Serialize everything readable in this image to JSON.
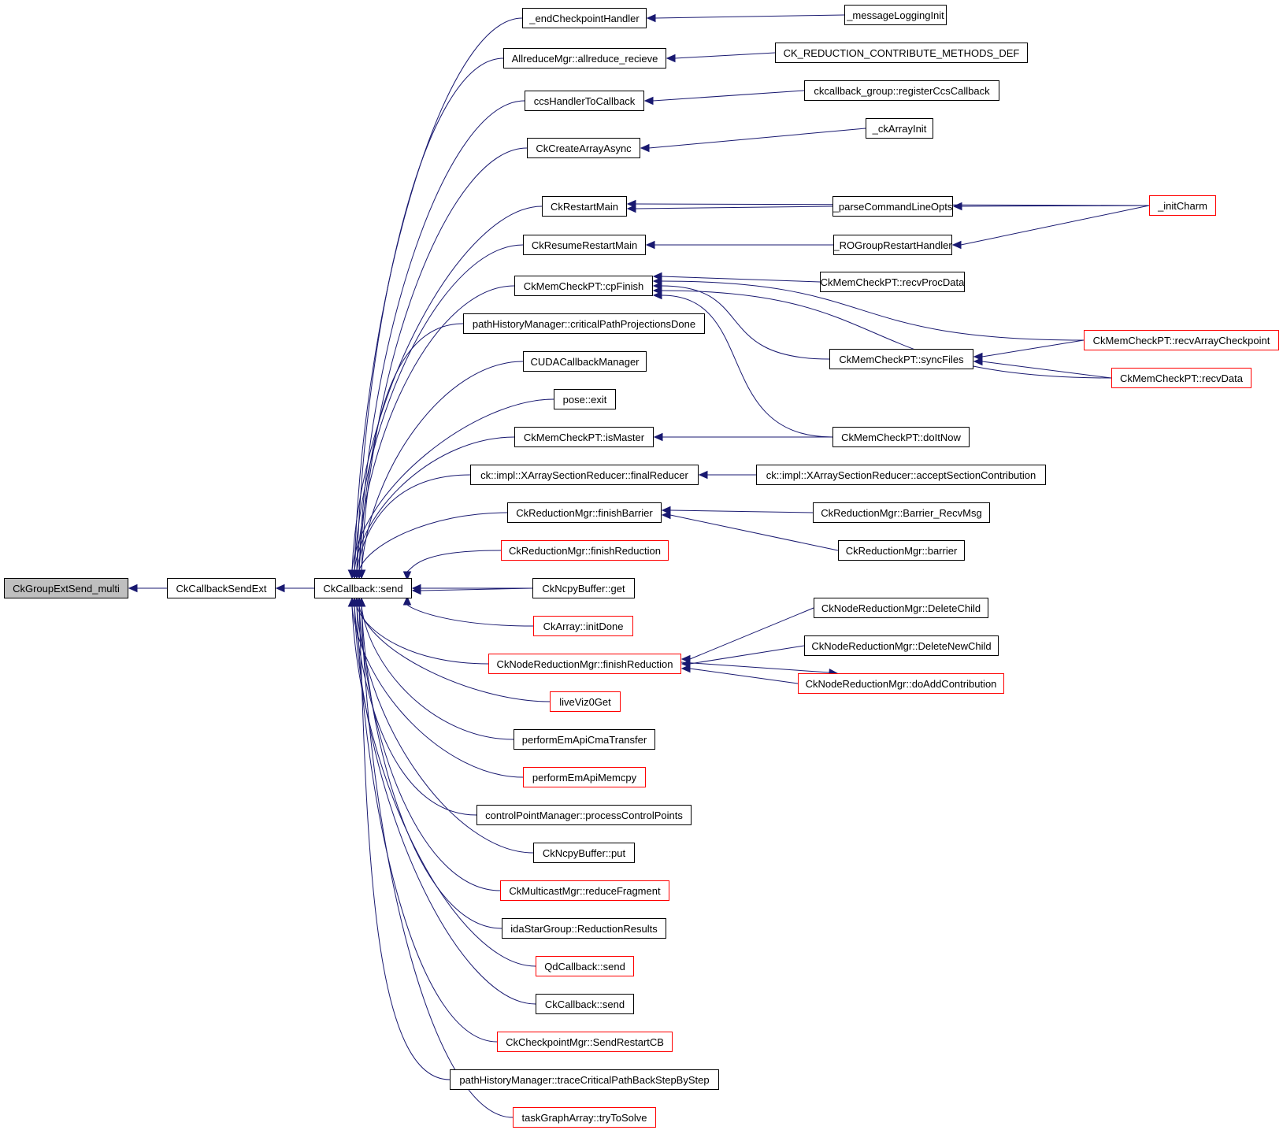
{
  "title": "Caller graph for CkGroupExtSend_multi",
  "colors": {
    "edge": "#191970",
    "root_fill": "#bfbfbf",
    "node_border": "#000000",
    "truncated_border": "#ff0000"
  },
  "nodes": [
    {
      "id": "n0",
      "label": "CkGroupExtSend_multi",
      "style": "root"
    },
    {
      "id": "n1",
      "label": "CkCallbackSendExt",
      "style": "normal"
    },
    {
      "id": "n2",
      "label": "CkCallback::send",
      "style": "normal"
    },
    {
      "id": "m1",
      "label": "_endCheckpointHandler",
      "style": "normal"
    },
    {
      "id": "m2",
      "label": "AllreduceMgr::allreduce_recieve",
      "style": "normal"
    },
    {
      "id": "m3",
      "label": "ccsHandlerToCallback",
      "style": "normal"
    },
    {
      "id": "m4",
      "label": "CkCreateArrayAsync",
      "style": "normal"
    },
    {
      "id": "m5",
      "label": "CkRestartMain",
      "style": "normal"
    },
    {
      "id": "m6",
      "label": "CkResumeRestartMain",
      "style": "normal"
    },
    {
      "id": "m7",
      "label": "CkMemCheckPT::cpFinish",
      "style": "normal"
    },
    {
      "id": "m8",
      "label": "pathHistoryManager::criticalPathProjectionsDone",
      "style": "normal"
    },
    {
      "id": "m9",
      "label": "CUDACallbackManager",
      "style": "normal"
    },
    {
      "id": "m10",
      "label": "pose::exit",
      "style": "normal"
    },
    {
      "id": "m11",
      "label": "CkMemCheckPT::isMaster",
      "style": "normal"
    },
    {
      "id": "m12",
      "label": "ck::impl::XArraySectionReducer::finalReducer",
      "style": "normal"
    },
    {
      "id": "m13",
      "label": "CkReductionMgr::finishBarrier",
      "style": "normal"
    },
    {
      "id": "m14",
      "label": "CkReductionMgr::finishReduction",
      "style": "truncated"
    },
    {
      "id": "m15",
      "label": "CkNcpyBuffer::get",
      "style": "normal"
    },
    {
      "id": "m16",
      "label": "CkArray::initDone",
      "style": "truncated"
    },
    {
      "id": "m17",
      "label": "CkNodeReductionMgr::finishReduction",
      "style": "truncated"
    },
    {
      "id": "m18",
      "label": "liveViz0Get",
      "style": "truncated"
    },
    {
      "id": "m19",
      "label": "performEmApiCmaTransfer",
      "style": "normal"
    },
    {
      "id": "m20",
      "label": "performEmApiMemcpy",
      "style": "truncated"
    },
    {
      "id": "m21",
      "label": "controlPointManager::processControlPoints",
      "style": "normal"
    },
    {
      "id": "m22",
      "label": "CkNcpyBuffer::put",
      "style": "normal"
    },
    {
      "id": "m23",
      "label": "CkMulticastMgr::reduceFragment",
      "style": "truncated"
    },
    {
      "id": "m24",
      "label": "idaStarGroup::ReductionResults",
      "style": "normal"
    },
    {
      "id": "m25",
      "label": "QdCallback::send",
      "style": "truncated"
    },
    {
      "id": "m26",
      "label": "CkCallback::send",
      "style": "normal"
    },
    {
      "id": "m27",
      "label": "CkCheckpointMgr::SendRestartCB",
      "style": "truncated"
    },
    {
      "id": "m28",
      "label": "pathHistoryManager::traceCriticalPathBackStepByStep",
      "style": "normal"
    },
    {
      "id": "m29",
      "label": "taskGraphArray::tryToSolve",
      "style": "truncated"
    },
    {
      "id": "r1",
      "label": "_messageLoggingInit",
      "style": "normal"
    },
    {
      "id": "r2",
      "label": "CK_REDUCTION_CONTRIBUTE_METHODS_DEF",
      "style": "normal"
    },
    {
      "id": "r3",
      "label": "ckcallback_group::registerCcsCallback",
      "style": "normal"
    },
    {
      "id": "r4",
      "label": "_ckArrayInit",
      "style": "normal"
    },
    {
      "id": "r5",
      "label": "_parseCommandLineOpts",
      "style": "normal"
    },
    {
      "id": "r6",
      "label": "_ROGroupRestartHandler",
      "style": "normal"
    },
    {
      "id": "r7",
      "label": "CkMemCheckPT::recvProcData",
      "style": "normal"
    },
    {
      "id": "r8",
      "label": "CkMemCheckPT::syncFiles",
      "style": "normal"
    },
    {
      "id": "r9",
      "label": "CkMemCheckPT::doItNow",
      "style": "normal"
    },
    {
      "id": "r10",
      "label": "ck::impl::XArraySectionReducer::acceptSectionContribution",
      "style": "normal"
    },
    {
      "id": "r11",
      "label": "CkReductionMgr::Barrier_RecvMsg",
      "style": "normal"
    },
    {
      "id": "r12",
      "label": "CkReductionMgr::barrier",
      "style": "normal"
    },
    {
      "id": "r13",
      "label": "CkNodeReductionMgr::DeleteChild",
      "style": "normal"
    },
    {
      "id": "r14",
      "label": "CkNodeReductionMgr::DeleteNewChild",
      "style": "normal"
    },
    {
      "id": "r15",
      "label": "CkNodeReductionMgr::doAddContribution",
      "style": "truncated"
    },
    {
      "id": "f1",
      "label": "_initCharm",
      "style": "truncated"
    },
    {
      "id": "f2",
      "label": "CkMemCheckPT::recvArrayCheckpoint",
      "style": "truncated"
    },
    {
      "id": "f3",
      "label": "CkMemCheckPT::recvData",
      "style": "truncated"
    }
  ],
  "edges": [
    {
      "from": "n1",
      "to": "n0"
    },
    {
      "from": "n2",
      "to": "n1"
    },
    {
      "from": "m1",
      "to": "n2"
    },
    {
      "from": "m2",
      "to": "n2"
    },
    {
      "from": "m3",
      "to": "n2"
    },
    {
      "from": "m4",
      "to": "n2"
    },
    {
      "from": "m5",
      "to": "n2"
    },
    {
      "from": "m6",
      "to": "n2"
    },
    {
      "from": "m7",
      "to": "n2"
    },
    {
      "from": "m8",
      "to": "n2"
    },
    {
      "from": "m9",
      "to": "n2"
    },
    {
      "from": "m10",
      "to": "n2"
    },
    {
      "from": "m11",
      "to": "n2"
    },
    {
      "from": "m12",
      "to": "n2"
    },
    {
      "from": "m13",
      "to": "n2"
    },
    {
      "from": "m14",
      "to": "n2"
    },
    {
      "from": "m15",
      "to": "n2"
    },
    {
      "from": "m16",
      "to": "n2"
    },
    {
      "from": "m17",
      "to": "n2"
    },
    {
      "from": "m18",
      "to": "n2"
    },
    {
      "from": "m19",
      "to": "n2"
    },
    {
      "from": "m20",
      "to": "n2"
    },
    {
      "from": "m21",
      "to": "n2"
    },
    {
      "from": "m22",
      "to": "n2"
    },
    {
      "from": "m23",
      "to": "n2"
    },
    {
      "from": "m24",
      "to": "n2"
    },
    {
      "from": "m25",
      "to": "n2"
    },
    {
      "from": "m26",
      "to": "n2"
    },
    {
      "from": "m27",
      "to": "n2"
    },
    {
      "from": "m28",
      "to": "n2"
    },
    {
      "from": "m29",
      "to": "n2"
    },
    {
      "from": "r1",
      "to": "m1"
    },
    {
      "from": "r2",
      "to": "m2"
    },
    {
      "from": "r3",
      "to": "m3"
    },
    {
      "from": "r4",
      "to": "m4"
    },
    {
      "from": "f1",
      "to": "m5"
    },
    {
      "from": "r5",
      "to": "m5"
    },
    {
      "from": "r6",
      "to": "m6"
    },
    {
      "from": "f1",
      "to": "r5"
    },
    {
      "from": "f1",
      "to": "r6"
    },
    {
      "from": "r7",
      "to": "m7"
    },
    {
      "from": "f2",
      "to": "m7"
    },
    {
      "from": "r8",
      "to": "m7"
    },
    {
      "from": "f3",
      "to": "m7"
    },
    {
      "from": "r9",
      "to": "m7"
    },
    {
      "from": "f2",
      "to": "r8"
    },
    {
      "from": "f3",
      "to": "r8"
    },
    {
      "from": "r9",
      "to": "m11"
    },
    {
      "from": "r10",
      "to": "m12"
    },
    {
      "from": "r11",
      "to": "m13"
    },
    {
      "from": "r12",
      "to": "m13"
    },
    {
      "from": "r13",
      "to": "m17"
    },
    {
      "from": "r14",
      "to": "m17"
    },
    {
      "from": "r15",
      "to": "m17"
    },
    {
      "from": "m17",
      "to": "r15"
    }
  ]
}
